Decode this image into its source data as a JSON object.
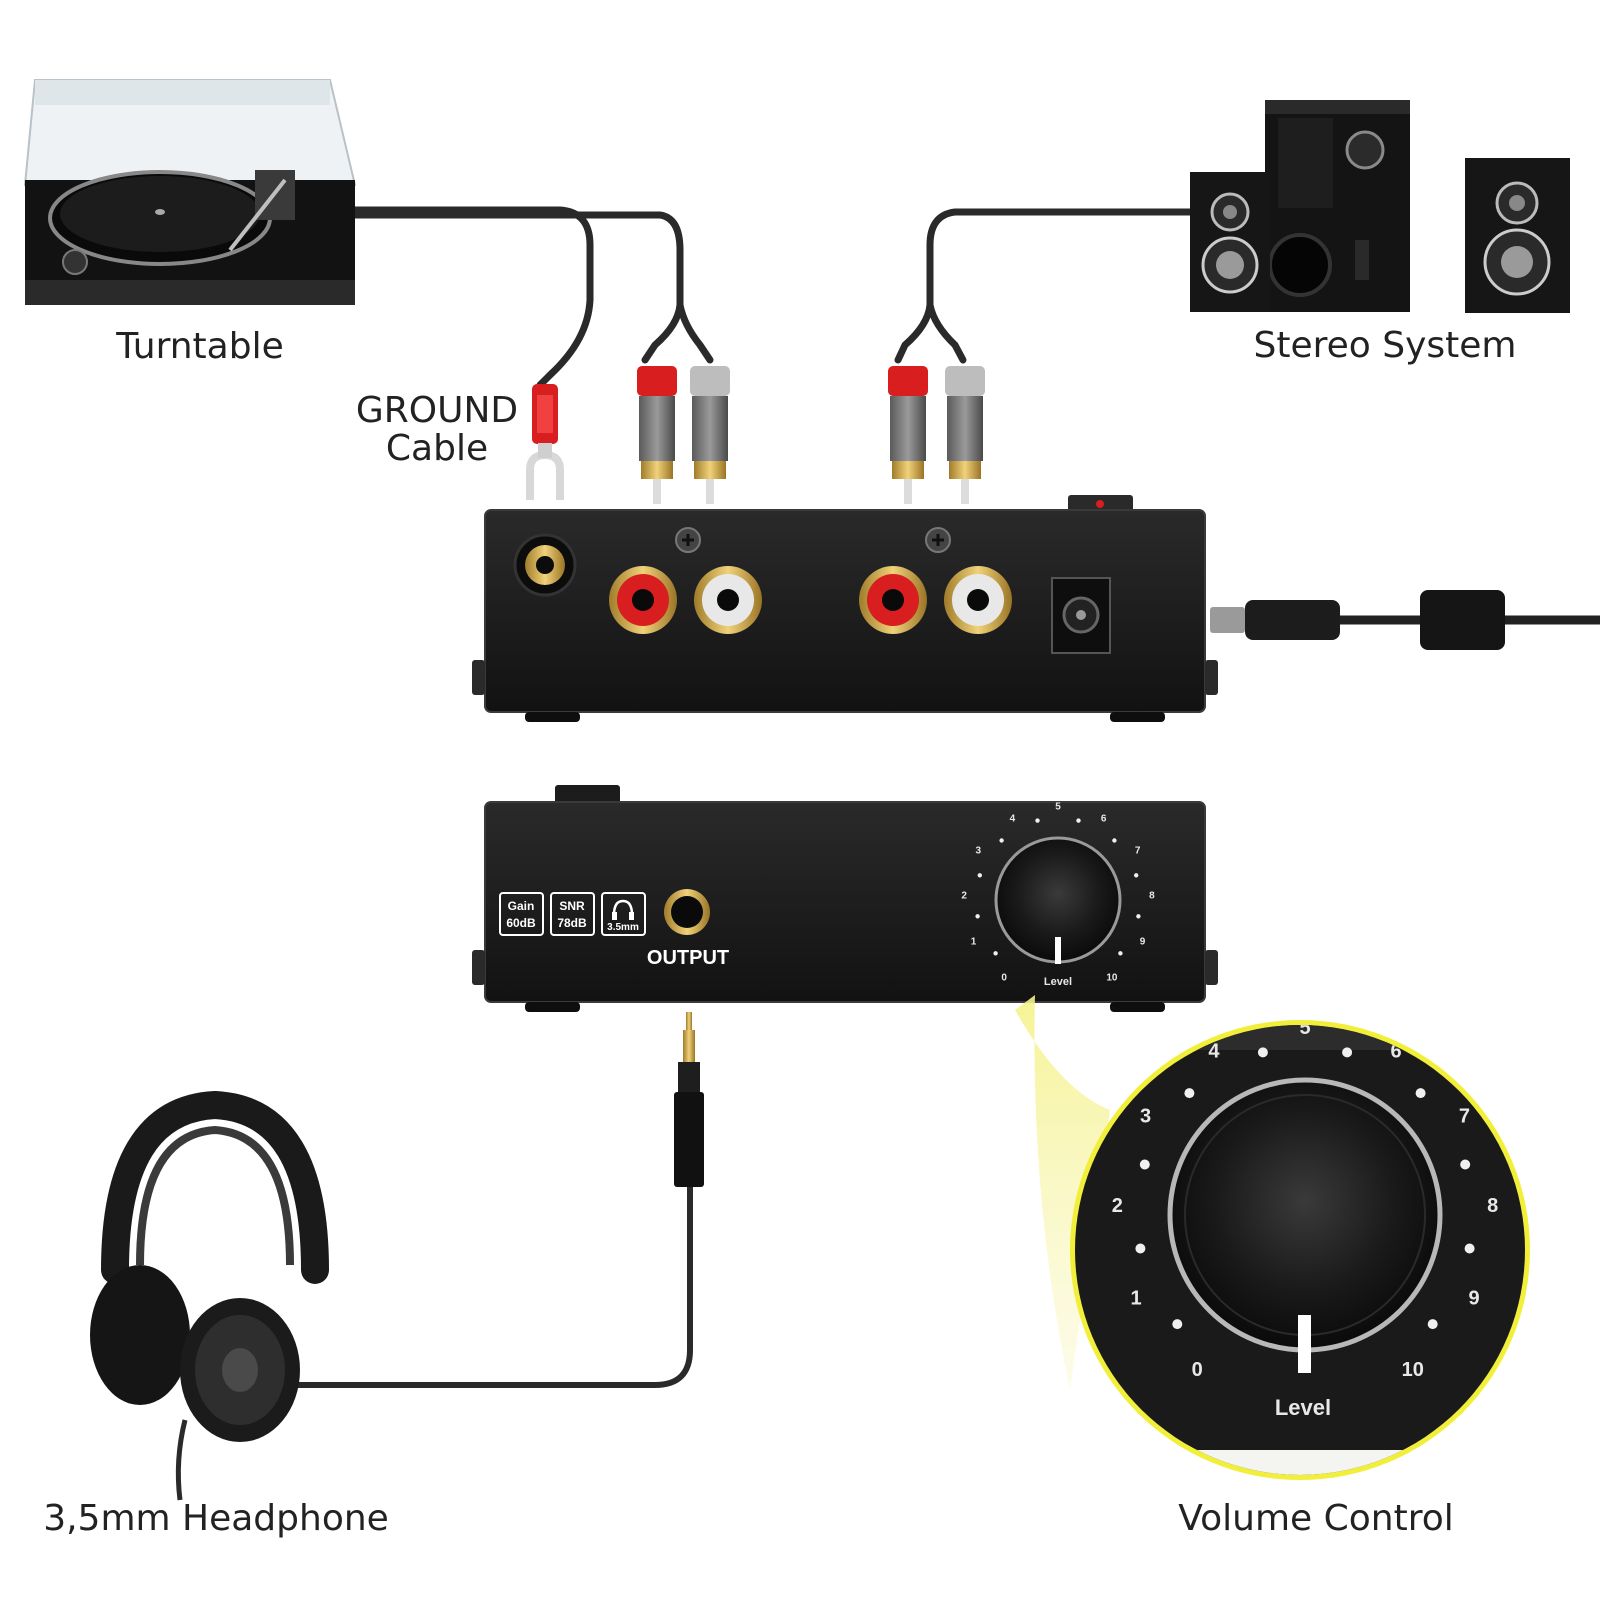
{
  "labels": {
    "turntable": "Turntable",
    "ground_line1": "GROUND",
    "ground_line2": "Cable",
    "stereo": "Stereo System",
    "headphone": "3,5mm Headphone",
    "volume": "Volume Control"
  },
  "front_panel": {
    "badge_gain_1": "Gain",
    "badge_gain_2": "60dB",
    "badge_snr_1": "SNR",
    "badge_snr_2": "78dB",
    "badge_jack": "3.5mm",
    "output": "OUTPUT",
    "level": "Level"
  },
  "dial_scale": [
    "0",
    "1",
    "2",
    "3",
    "4",
    "5",
    "6",
    "7",
    "8",
    "9",
    "10"
  ],
  "colors": {
    "device_body": "#1b1b1b",
    "rca_red": "#d81e1e",
    "rca_white": "#e8e8e8",
    "gold": "#c9a64a",
    "callout_yellow": "#f2ef3a"
  },
  "icons": [
    "turntable-icon",
    "speaker-system-icon",
    "headphones-icon",
    "ground-spade-icon",
    "power-plug-icon",
    "volume-knob-icon"
  ]
}
